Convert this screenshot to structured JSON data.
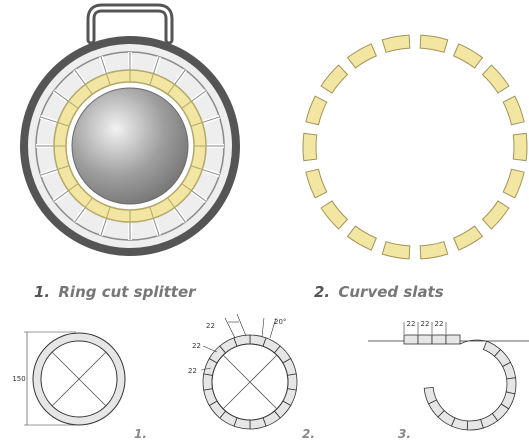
{
  "captions": {
    "ring_number": "1.",
    "ring_text": "Ring cut splitter",
    "slats_number": "2.",
    "slats_text": "Curved slats"
  },
  "steps": {
    "step1": "1.",
    "step2": "2.",
    "step3": "3."
  },
  "dimensions": {
    "height": "150",
    "slat_a": "22",
    "slat_b": "22",
    "slat_c": "22",
    "angle": "20°",
    "strip_1": "22",
    "strip_2": "22",
    "strip_3": "22"
  },
  "counts": {
    "slats": 18,
    "segments_step2": 18,
    "spokes": 20
  },
  "colors": {
    "frame": "#555555",
    "slat_fill": "#f3e6a2",
    "slat_stroke": "#a09458",
    "ring_fill": "#e6e6e6",
    "line": "#333333"
  }
}
